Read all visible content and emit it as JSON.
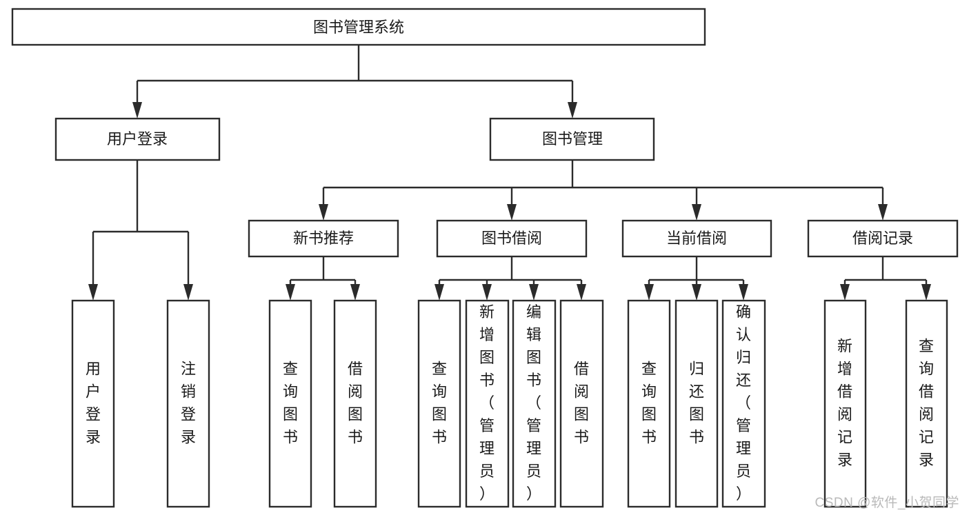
{
  "diagram": {
    "title": "图书管理系统",
    "type": "tree",
    "watermark": "CSDN @软件_小贺同学",
    "colors": {
      "background": "#ffffff",
      "box_fill": "#ffffff",
      "box_stroke": "#2b2b2b",
      "connector": "#2b2b2b",
      "text": "#1a1a1a",
      "watermark": "#b9b9b9"
    },
    "root": {
      "id": "root",
      "label": "图书管理系统",
      "orientation": "horizontal"
    },
    "level1": [
      {
        "id": "user-login",
        "label": "用户登录",
        "orientation": "horizontal"
      },
      {
        "id": "book-manage",
        "label": "图书管理",
        "orientation": "horizontal"
      }
    ],
    "level2": [
      {
        "id": "new-book-recommend",
        "label": "新书推荐",
        "parent": "book-manage",
        "orientation": "horizontal"
      },
      {
        "id": "book-borrow",
        "label": "图书借阅",
        "parent": "book-manage",
        "orientation": "horizontal"
      },
      {
        "id": "current-borrow",
        "label": "当前借阅",
        "parent": "book-manage",
        "orientation": "horizontal"
      },
      {
        "id": "borrow-record",
        "label": "借阅记录",
        "parent": "book-manage",
        "orientation": "horizontal"
      }
    ],
    "leaves": [
      {
        "id": "leaf-user-login",
        "label": "用户登录",
        "parent": "user-login",
        "orientation": "vertical"
      },
      {
        "id": "leaf-user-logout",
        "label": "注销登录",
        "parent": "user-login",
        "orientation": "vertical"
      },
      {
        "id": "leaf-query-book-1",
        "label": "查询图书",
        "parent": "new-book-recommend",
        "orientation": "vertical"
      },
      {
        "id": "leaf-borrow-book-1",
        "label": "借阅图书",
        "parent": "new-book-recommend",
        "orientation": "vertical"
      },
      {
        "id": "leaf-query-book-2",
        "label": "查询图书",
        "parent": "book-borrow",
        "orientation": "vertical"
      },
      {
        "id": "leaf-add-book",
        "label": "新增图书（管理员）",
        "parent": "book-borrow",
        "orientation": "vertical"
      },
      {
        "id": "leaf-edit-book",
        "label": "编辑图书（管理员）",
        "parent": "book-borrow",
        "orientation": "vertical"
      },
      {
        "id": "leaf-borrow-book-2",
        "label": "借阅图书",
        "parent": "book-borrow",
        "orientation": "vertical"
      },
      {
        "id": "leaf-query-book-3",
        "label": "查询图书",
        "parent": "current-borrow",
        "orientation": "vertical"
      },
      {
        "id": "leaf-return-book",
        "label": "归还图书",
        "parent": "current-borrow",
        "orientation": "vertical"
      },
      {
        "id": "leaf-confirm-return",
        "label": "确认归还（管理员）",
        "parent": "current-borrow",
        "orientation": "vertical"
      },
      {
        "id": "leaf-add-record",
        "label": "新增借阅记录",
        "parent": "borrow-record",
        "orientation": "vertical"
      },
      {
        "id": "leaf-query-record",
        "label": "查询借阅记录",
        "parent": "borrow-record",
        "orientation": "vertical"
      }
    ]
  }
}
